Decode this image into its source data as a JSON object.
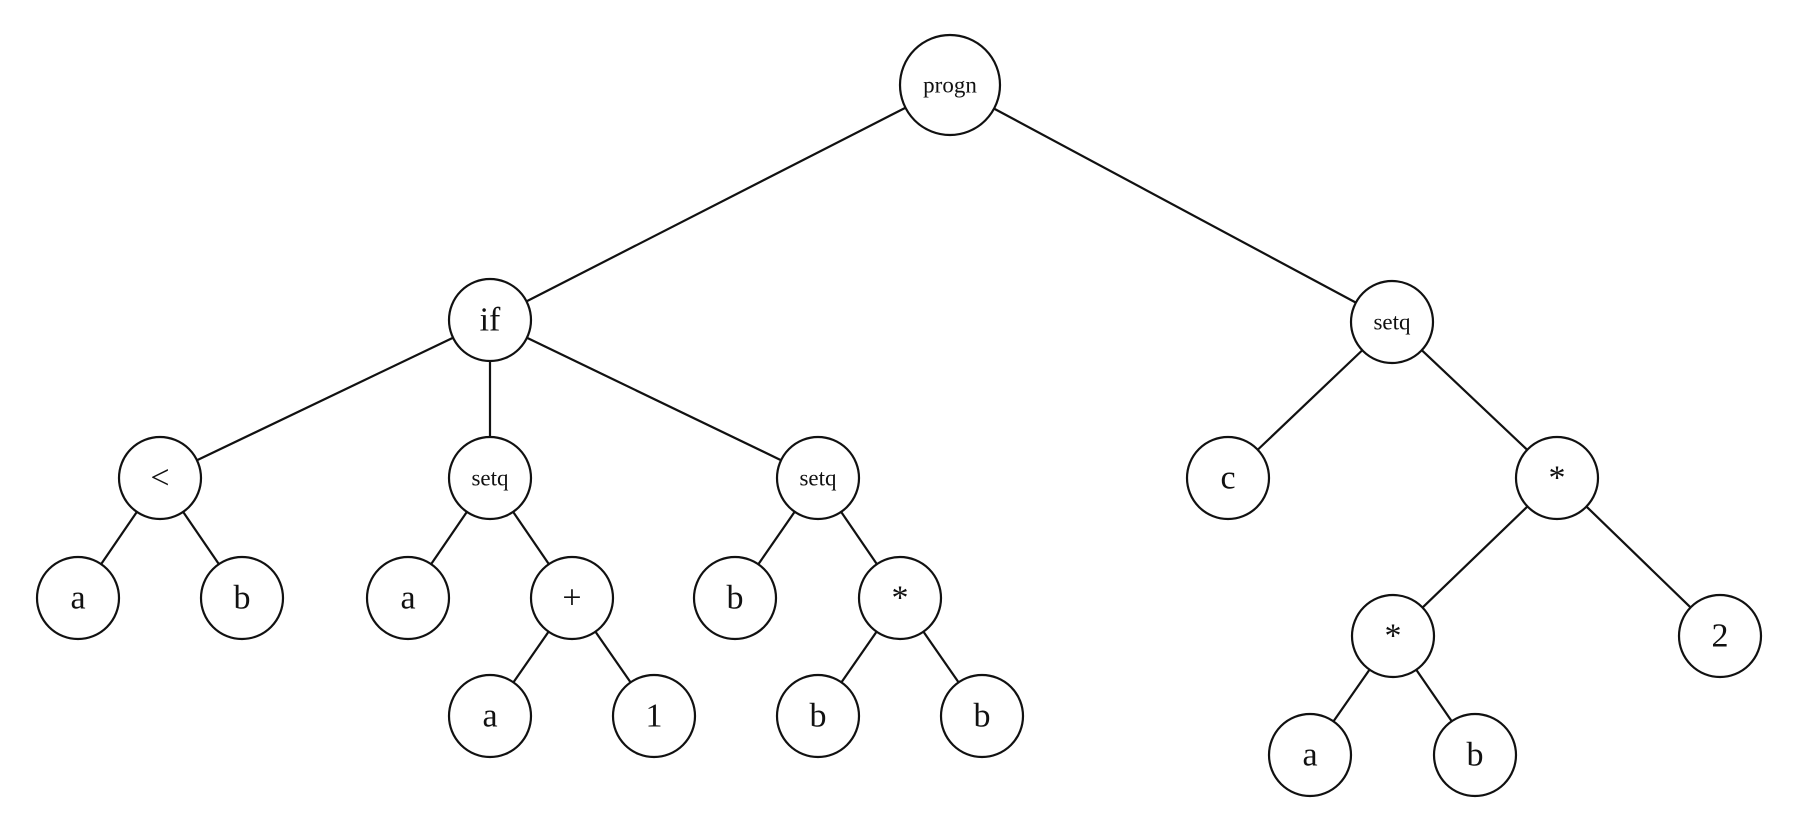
{
  "tree": {
    "nodes": [
      {
        "id": "progn",
        "label": "progn"
      },
      {
        "id": "if",
        "label": "if"
      },
      {
        "id": "lt",
        "label": "<"
      },
      {
        "id": "lt_a",
        "label": "a"
      },
      {
        "id": "lt_b",
        "label": "b"
      },
      {
        "id": "setq1",
        "label": "setq"
      },
      {
        "id": "setq1_a",
        "label": "a"
      },
      {
        "id": "plus",
        "label": "+"
      },
      {
        "id": "plus_a",
        "label": "a"
      },
      {
        "id": "plus_1",
        "label": "1"
      },
      {
        "id": "setq2",
        "label": "setq"
      },
      {
        "id": "setq2_b",
        "label": "b"
      },
      {
        "id": "mul1",
        "label": "*"
      },
      {
        "id": "mul1_b1",
        "label": "b"
      },
      {
        "id": "mul1_b2",
        "label": "b"
      },
      {
        "id": "setq3",
        "label": "setq"
      },
      {
        "id": "setq3_c",
        "label": "c"
      },
      {
        "id": "mul2",
        "label": "*"
      },
      {
        "id": "mul3",
        "label": "*"
      },
      {
        "id": "mul3_a",
        "label": "a"
      },
      {
        "id": "mul3_b",
        "label": "b"
      },
      {
        "id": "mul2_2",
        "label": "2"
      }
    ],
    "edges": [
      [
        "progn",
        "if"
      ],
      [
        "progn",
        "setq3"
      ],
      [
        "if",
        "lt"
      ],
      [
        "if",
        "setq1"
      ],
      [
        "if",
        "setq2"
      ],
      [
        "lt",
        "lt_a"
      ],
      [
        "lt",
        "lt_b"
      ],
      [
        "setq1",
        "setq1_a"
      ],
      [
        "setq1",
        "plus"
      ],
      [
        "plus",
        "plus_a"
      ],
      [
        "plus",
        "plus_1"
      ],
      [
        "setq2",
        "setq2_b"
      ],
      [
        "setq2",
        "mul1"
      ],
      [
        "mul1",
        "mul1_b1"
      ],
      [
        "mul1",
        "mul1_b2"
      ],
      [
        "setq3",
        "setq3_c"
      ],
      [
        "setq3",
        "mul2"
      ],
      [
        "mul2",
        "mul3"
      ],
      [
        "mul2",
        "mul2_2"
      ],
      [
        "mul3",
        "mul3_a"
      ],
      [
        "mul3",
        "mul3_b"
      ]
    ]
  }
}
